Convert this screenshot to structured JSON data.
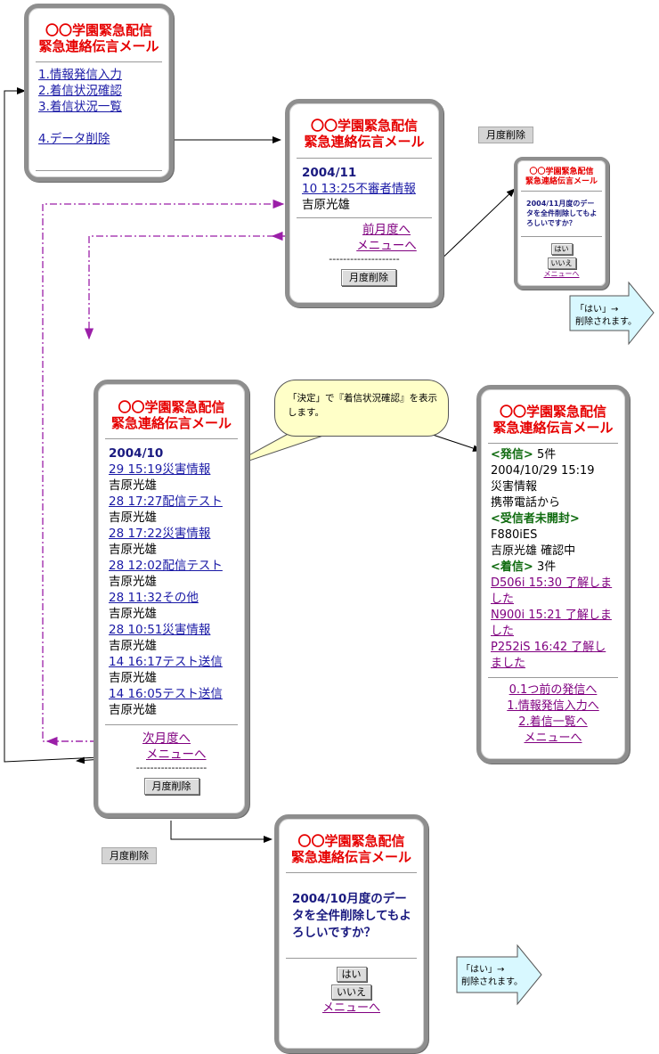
{
  "screen_title_1": "〇〇学園緊急配信",
  "screen_title_2": "緊急連絡伝言メール",
  "main_menu": {
    "items": [
      "1.情報発信入力",
      "2.着信状況確認",
      "3.着信状況一覧"
    ],
    "delete_item": "4.データ削除"
  },
  "nov_list": {
    "month": "2004/11",
    "entry_link": "10 13:25不審者情報",
    "entry_name": "吉原光雄",
    "prev_month": "前月度へ",
    "menu": "メニューへ",
    "divider": "--------------------",
    "delete_button": "月度削除"
  },
  "label_delete_top": "月度削除",
  "small_confirm": {
    "message": "2004/11月度のデータを全件削除してもよろしいですか？",
    "yes": "はい",
    "no": "いいえ",
    "menu": "メニューへ"
  },
  "arrow_note_1": "「はい」→\n削除されます。",
  "callout": "「決定」で『着信状況確認』を表示します。",
  "oct_list": {
    "month": "2004/10",
    "entries": [
      {
        "link": "29 15:19災害情報",
        "name": "吉原光雄"
      },
      {
        "link": "28 17:27配信テスト",
        "name": "吉原光雄"
      },
      {
        "link": "28 17:22災害情報",
        "name": "吉原光雄"
      },
      {
        "link": "28 12:02配信テスト",
        "name": "吉原光雄"
      },
      {
        "link": "28 11:32その他",
        "name": "吉原光雄"
      },
      {
        "link": "28 10:51災害情報",
        "name": "吉原光雄"
      },
      {
        "link": "14 16:17テスト送信",
        "name": "吉原光雄"
      },
      {
        "link": "14 16:05テスト送信",
        "name": "吉原光雄"
      }
    ],
    "next_month": "次月度へ",
    "menu": "メニューへ",
    "divider": "--------------------",
    "delete_button": "月度削除"
  },
  "detail": {
    "sent_label": "<発信>",
    "sent_count": "5件",
    "datetime": "2004/10/29 15:19",
    "subject": "災害情報",
    "channel": "携帯電話から",
    "unopened_label": "<受信者未開封>",
    "unopened_device": "F880iES",
    "unopened_person": "吉原光雄 確認中",
    "received_label": "<着信>",
    "received_count": "3件",
    "replies": [
      {
        "line1": "D506i 15:30 了解しま",
        "line2": "した"
      },
      {
        "line1": "N900i 15:21 了解しま",
        "line2": "した"
      },
      {
        "line1": "P252iS 16:42 了解し",
        "line2": "ました"
      }
    ],
    "nav": [
      "0.1つ前の発信へ",
      "1.情報発信入力へ",
      "2.着信一覧へ",
      "メニューへ"
    ]
  },
  "label_delete_bottom": "月度削除",
  "big_confirm": {
    "message": "2004/10月度のデータを全件削除してもよろしいですか？",
    "yes": "はい",
    "no": "いいえ",
    "menu": "メニューへ"
  },
  "arrow_note_2": "「はい」→\n削除されます。",
  "colors": {
    "title_red": "#e60000",
    "link_blue": "#1a1aa6",
    "visited_purple": "#800080",
    "dash_purple": "#9b1fa8",
    "green_label": "#0f6b0f",
    "callout_yellow": "#ffffc8",
    "arrow_cyan": "#d8f8ff"
  }
}
